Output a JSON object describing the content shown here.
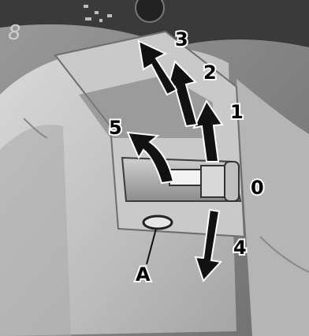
{
  "figure": {
    "callouts": {
      "pos_0": "0",
      "pos_1": "1",
      "pos_2": "2",
      "pos_3": "3",
      "pos_4": "4",
      "pos_5": "5",
      "part_a": "A"
    },
    "gauge_digit": "8"
  }
}
